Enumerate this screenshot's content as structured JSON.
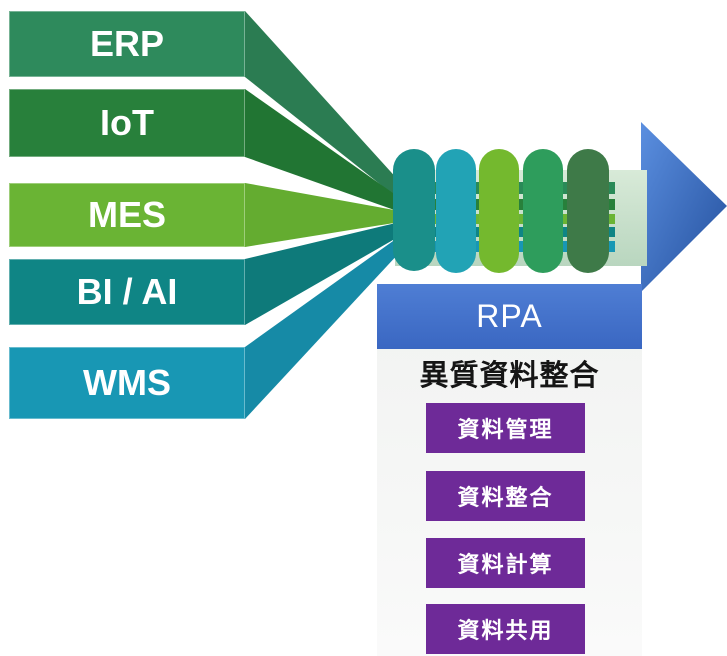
{
  "sources": [
    {
      "label": "ERP",
      "color": "#2e8a5c"
    },
    {
      "label": "IoT",
      "color": "#28803b"
    },
    {
      "label": "MES",
      "color": "#6ab434"
    },
    {
      "label": "BI / AI",
      "color": "#0f8585"
    },
    {
      "label": "WMS",
      "color": "#1897b4"
    }
  ],
  "rpa": {
    "label": "RPA",
    "color": "#3a67c2"
  },
  "integration": {
    "title": "異質資料整合",
    "functions": [
      {
        "label": "資料管理"
      },
      {
        "label": "資料整合"
      },
      {
        "label": "資料計算"
      },
      {
        "label": "資料共用"
      }
    ],
    "function_color": "#6e2a98"
  },
  "arrow": {
    "color": "#2e63b8"
  },
  "cable_coil_colors": [
    "#1a8f8a",
    "#22a3b5",
    "#74b92e",
    "#2e9d5c",
    "#3e7a48"
  ]
}
